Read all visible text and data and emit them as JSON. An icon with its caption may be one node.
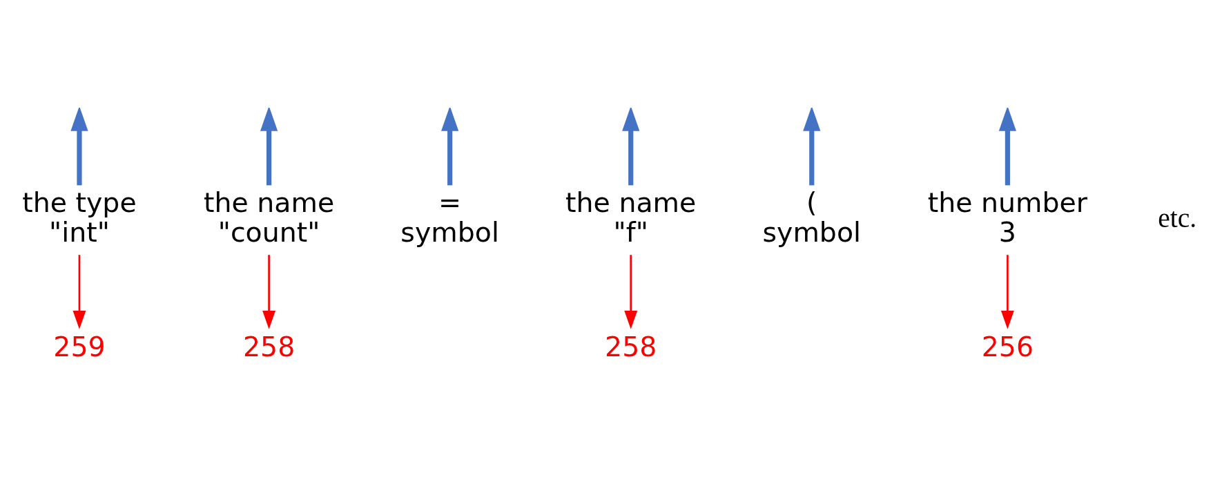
{
  "diagram": {
    "nodes": [
      {
        "text": [
          "the type",
          "\"int\""
        ]
      },
      {
        "text": [
          "the name",
          "\"count\""
        ]
      },
      {
        "text": [
          "=",
          "symbol"
        ]
      },
      {
        "text": [
          "the name",
          "\"f\""
        ]
      },
      {
        "text": [
          "(",
          "symbol"
        ]
      },
      {
        "text": [
          "the number",
          "3"
        ]
      },
      {
        "text": [
          "259"
        ]
      },
      {
        "text": [
          "258"
        ]
      },
      {
        "text": [
          "258"
        ]
      },
      {
        "text": [
          "256"
        ]
      }
    ],
    "edges": [
      {
        "from": 0,
        "to": null,
        "arrow": "to"
      },
      {
        "from": 1,
        "to": null,
        "arrow": "to"
      },
      {
        "from": 2,
        "to": null,
        "arrow": "to"
      },
      {
        "from": 3,
        "to": null,
        "arrow": "to"
      },
      {
        "from": 4,
        "to": null,
        "arrow": "to"
      },
      {
        "from": 5,
        "to": null,
        "arrow": "to"
      },
      {
        "from": 0,
        "to": 6,
        "arrow": "to",
        "color": "#ff0000"
      },
      {
        "from": 1,
        "to": 7,
        "arrow": "to",
        "color": "#ff0000"
      },
      {
        "from": 3,
        "to": 8,
        "arrow": "to",
        "color": "#ff0000"
      },
      {
        "from": 5,
        "to": 9,
        "arrow": "to",
        "color": "#ff0000"
      }
    ],
    "labels": [
      "etc."
    ]
  }
}
